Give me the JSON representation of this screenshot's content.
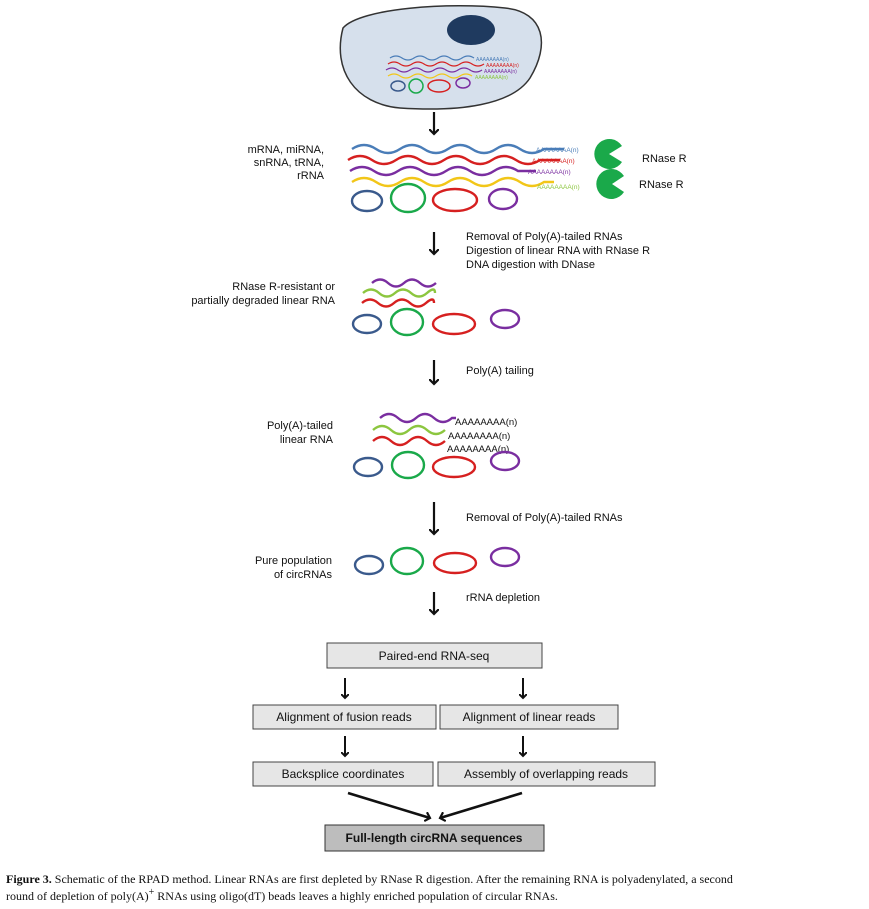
{
  "labels": {
    "rna_types_line1": "mRNA, miRNA,",
    "rna_types_line2": "snRNA, tRNA,",
    "rna_types_line3": "rRNA",
    "rnase_r_1": "RNase R",
    "rnase_r_2": "RNase R",
    "step1_line1": "Removal of Poly(A)-tailed RNAs",
    "step1_line2": "Digestion of linear RNA with RNase R",
    "step1_line3": "DNA digestion with DNase",
    "resistant_line1": "RNase R-resistant or",
    "resistant_line2": "partially degraded linear RNA",
    "step2": "Poly(A) tailing",
    "polya_line1": "Poly(A)-tailed",
    "polya_line2": "linear RNA",
    "step3": "Removal of Poly(A)-tailed RNAs",
    "pure_line1": "Pure population",
    "pure_line2": "of circRNAs",
    "step4": "rRNA depletion",
    "tail_text": "AAAAAAAA(n)"
  },
  "flow": {
    "seq": "Paired-end RNA-seq",
    "fusion": "Alignment of fusion reads",
    "linear": "Alignment of linear reads",
    "backsplice": "Backsplice coordinates",
    "assembly": "Assembly of overlapping reads",
    "final": "Full-length circRNA sequences"
  },
  "caption": {
    "label": "Figure 3.",
    "line1": "Schematic of the RPAD method. Linear RNAs are first depleted by RNase R digestion. After the remaining RNA is polyadenylated, a second",
    "line2_a": "round of depletion of poly(A)",
    "line2_sup": "+",
    "line2_b": " RNAs using oligo(dT) beads leaves a highly enriched population of circular RNAs."
  },
  "colors": {
    "blue": "#4a7db8",
    "red": "#d62020",
    "purple": "#7a2ea0",
    "yellow": "#f2c618",
    "green": "#1aa94a",
    "lightgreen": "#8cc63f",
    "navy": "#3a5a8c",
    "cell_fill": "#d6e0ec",
    "nucleus": "#1f3a5f",
    "box_fill": "#e6e6e6",
    "final_fill": "#bdbdbd"
  }
}
